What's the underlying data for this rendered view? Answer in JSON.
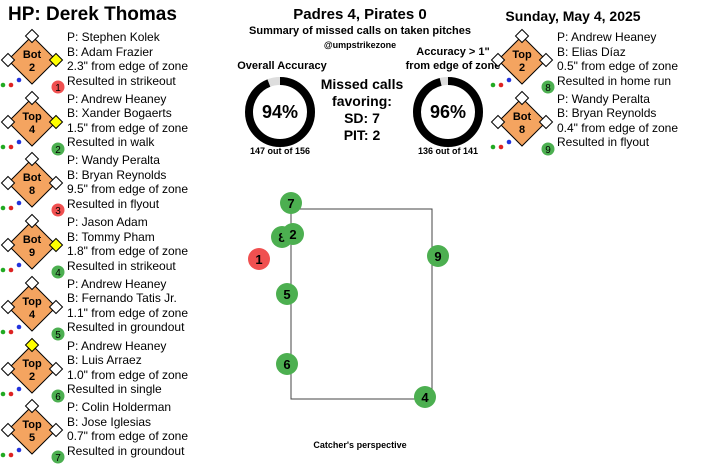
{
  "header": {
    "umpire": "HP: Derek Thomas",
    "game": "Padres 4, Pirates 0",
    "subtitle": "Summary of missed calls on taken pitches",
    "handle": "@umpstrikezone",
    "date": "Sunday, May 4, 2025"
  },
  "accuracy": {
    "overall_label": "Overall Accuracy",
    "overall_value": "94%",
    "overall_fraction": 0.94,
    "overall_detail": "147 out of 156",
    "edge_label_1": "Accuracy > 1\"",
    "edge_label_2": "from edge of zone",
    "edge_value": "96%",
    "edge_fraction": 0.96,
    "edge_detail": "136 out of 141"
  },
  "missed": {
    "line1": "Missed calls",
    "line2": "favoring:",
    "line3": "SD: 7",
    "line4": "PIT: 2"
  },
  "colors": {
    "diamond": "#f4a460",
    "base_occupied": "#ffff00",
    "green": "#4caf50",
    "red": "#f05050",
    "ball_dot": "#22aa22",
    "strike_dot": "#dd2222",
    "out_dot": "#2233dd"
  },
  "left_calls": [
    {
      "num": "1",
      "half": "Bot",
      "inning": "2",
      "pitcher": "P: Stephen Kolek",
      "batter": "B: Adam Frazier",
      "dist": "2.3\" from edge of zone",
      "result": "Resulted in strikeout",
      "color": "red",
      "bases": [
        true,
        false,
        false
      ]
    },
    {
      "num": "2",
      "half": "Top",
      "inning": "4",
      "pitcher": "P: Andrew Heaney",
      "batter": "B: Xander Bogaerts",
      "dist": "1.5\" from edge of zone",
      "result": "Resulted in walk",
      "color": "green",
      "bases": [
        true,
        false,
        false
      ]
    },
    {
      "num": "3",
      "half": "Bot",
      "inning": "8",
      "pitcher": "P: Wandy Peralta",
      "batter": "B: Bryan Reynolds",
      "dist": "9.5\" from edge of zone",
      "result": "Resulted in flyout",
      "color": "red",
      "bases": [
        false,
        false,
        false
      ]
    },
    {
      "num": "4",
      "half": "Bot",
      "inning": "9",
      "pitcher": "P: Jason Adam",
      "batter": "B: Tommy Pham",
      "dist": "1.8\" from edge of zone",
      "result": "Resulted in strikeout",
      "color": "green",
      "bases": [
        true,
        false,
        false
      ]
    },
    {
      "num": "5",
      "half": "Top",
      "inning": "4",
      "pitcher": "P: Andrew Heaney",
      "batter": "B: Fernando Tatis Jr.",
      "dist": "1.1\" from edge of zone",
      "result": "Resulted in groundout",
      "color": "green",
      "bases": [
        false,
        false,
        false
      ]
    },
    {
      "num": "6",
      "half": "Top",
      "inning": "2",
      "pitcher": "P: Andrew Heaney",
      "batter": "B: Luis Arraez",
      "dist": "1.0\" from edge of zone",
      "result": "Resulted in single",
      "color": "green",
      "bases": [
        false,
        true,
        false
      ]
    },
    {
      "num": "7",
      "half": "Top",
      "inning": "5",
      "pitcher": "P: Colin Holderman",
      "batter": "B: Jose Iglesias",
      "dist": "0.7\" from edge of zone",
      "result": "Resulted in groundout",
      "color": "green",
      "bases": [
        false,
        false,
        false
      ]
    }
  ],
  "right_calls": [
    {
      "num": "8",
      "half": "Top",
      "inning": "2",
      "pitcher": "P: Andrew Heaney",
      "batter": "B: Elias Díaz",
      "dist": "0.5\" from edge of zone",
      "result": "Resulted in home run",
      "color": "green",
      "bases": [
        false,
        false,
        false
      ]
    },
    {
      "num": "9",
      "half": "Bot",
      "inning": "8",
      "pitcher": "P: Wandy Peralta",
      "batter": "B: Bryan Reynolds",
      "dist": "0.4\" from edge of zone",
      "result": "Resulted in flyout",
      "color": "green",
      "bases": [
        false,
        false,
        false
      ]
    }
  ],
  "zone_pitches": [
    {
      "num": "7",
      "color": "green"
    },
    {
      "num": "8",
      "color": "green"
    },
    {
      "num": "2",
      "color": "green"
    },
    {
      "num": "1",
      "color": "red"
    },
    {
      "num": "9",
      "color": "green"
    },
    {
      "num": "5",
      "color": "green"
    },
    {
      "num": "6",
      "color": "green"
    },
    {
      "num": "4",
      "color": "green"
    }
  ],
  "caption": "Catcher's perspective"
}
